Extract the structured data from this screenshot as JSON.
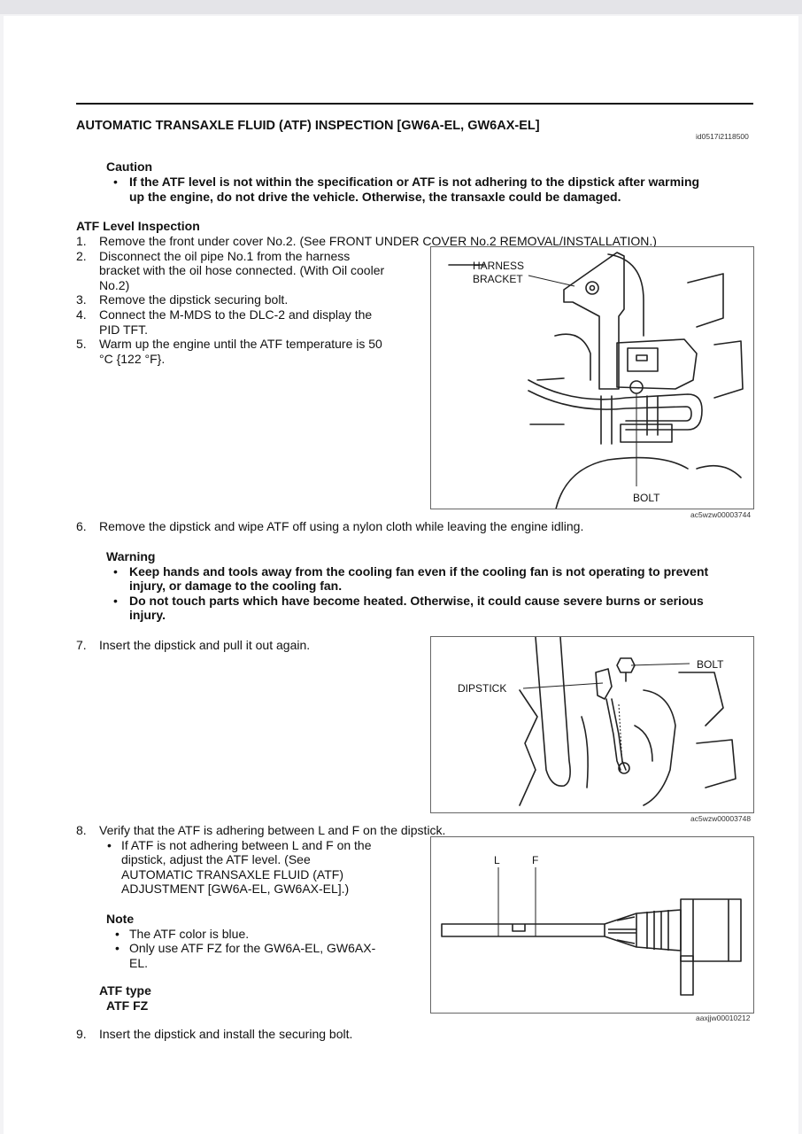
{
  "doc": {
    "title": "AUTOMATIC TRANSAXLE FLUID (ATF) INSPECTION [GW6A-EL, GW6AX-EL]",
    "doc_id": "id0517i2118500"
  },
  "caution": {
    "heading": "Caution",
    "items": [
      {
        "lines": [
          "If the ATF level is not within the specification or ATF is not adhering to the dipstick after warming",
          "up the engine, do not drive the vehicle. Otherwise, the transaxle could be damaged."
        ]
      }
    ]
  },
  "section": {
    "heading": "ATF Level Inspection"
  },
  "steps": [
    {
      "num": "1.",
      "lines": [
        "Remove the front under cover No.2. (See FRONT UNDER COVER No.2 REMOVAL/INSTALLATION.)"
      ]
    },
    {
      "num": "2.",
      "lines": [
        "Disconnect the oil pipe No.1 from the harness",
        "bracket with the oil hose connected. (With Oil cooler",
        "No.2)"
      ]
    },
    {
      "num": "3.",
      "lines": [
        "Remove the dipstick securing bolt."
      ]
    },
    {
      "num": "4.",
      "lines": [
        "Connect the M-MDS to the DLC-2 and display the",
        "PID TFT."
      ]
    },
    {
      "num": "5.",
      "lines": [
        "Warm up the engine until the ATF temperature is 50",
        "°C {122 °F}."
      ]
    },
    {
      "num": "6.",
      "lines": [
        "Remove the dipstick and wipe ATF off using a nylon cloth while leaving the engine idling."
      ]
    },
    {
      "num": "7.",
      "lines": [
        "Insert the dipstick and pull it out again."
      ]
    },
    {
      "num": "8.",
      "lines": [
        "Verify that the ATF is adhering between L and F on the dipstick."
      ]
    },
    {
      "num": "9.",
      "lines": [
        "Insert the dipstick and install the securing bolt."
      ]
    }
  ],
  "warning": {
    "heading": "Warning",
    "items": [
      {
        "lines": [
          "Keep hands and tools away from the cooling fan even if the cooling fan is not operating to prevent",
          "injury, or damage to the cooling fan."
        ]
      },
      {
        "lines": [
          "Do not touch parts which have become heated. Otherwise, it could cause severe burns or serious",
          "injury."
        ]
      }
    ]
  },
  "step8_bullet": {
    "lines": [
      "If ATF is not adhering between L and F on the",
      "dipstick, adjust the ATF level. (See",
      "AUTOMATIC TRANSAXLE FLUID (ATF)",
      "ADJUSTMENT [GW6A-EL, GW6AX-EL].)"
    ]
  },
  "note": {
    "heading": "Note",
    "items": [
      {
        "lines": [
          "The ATF color is blue."
        ]
      },
      {
        "lines": [
          "Only use ATF FZ for the GW6A-EL, GW6AX-",
          "EL."
        ]
      }
    ]
  },
  "atf_type": {
    "heading": "ATF type",
    "value": "ATF FZ"
  },
  "figures": [
    {
      "id": "ac5wzw00003744",
      "labels": [
        "HARNESS",
        "BRACKET",
        "BOLT"
      ]
    },
    {
      "id": "ac5wzw00003748",
      "labels": [
        "DIPSTICK",
        "BOLT"
      ]
    },
    {
      "id": "aaxjjw00010212",
      "labels": [
        "L",
        "F"
      ]
    }
  ],
  "bullet_char": "•"
}
